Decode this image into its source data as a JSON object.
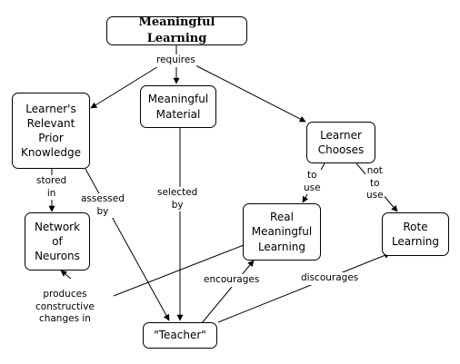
{
  "nodes": {
    "meaningful_learning": "Meaningful Learning",
    "prior_knowledge": "Learner's\nRelevant\nPrior\nKnowledge",
    "meaningful_material": "Meaningful\nMaterial",
    "learner_chooses": "Learner\nChooses",
    "network_of_neurons": "Network\nof\nNeurons",
    "real_meaningful_learning": "Real\nMeaningful\nLearning",
    "rote_learning": "Rote\nLearning",
    "teacher": "\"Teacher\""
  },
  "links": {
    "requires": "requires",
    "stored_in": "stored\nin",
    "assessed_by": "assessed\nby",
    "selected_by": "selected\nby",
    "to_use": "to\nuse",
    "not_to_use": "not\nto\nuse",
    "encourages": "encourages",
    "discourages": "discourages",
    "produces": "produces\nconstructive\nchanges in"
  }
}
